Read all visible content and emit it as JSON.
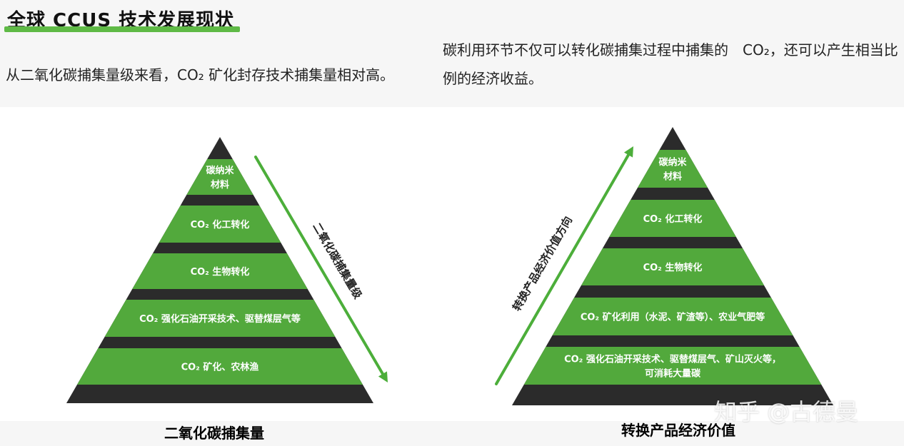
{
  "header": {
    "title": "全球 CCUS 技术发展现状"
  },
  "left_description": "从二氧化碳捕集量级来看，CO₂ 矿化封存技术捕集量相对高。",
  "right_description": "碳利用环节不仅可以转化碳捕集过程中捕集的　CO₂，还可以产生相当比例的经济收益。",
  "left_pyramid": {
    "tiers": [
      [
        "碳纳米",
        "材料"
      ],
      [
        "CO₂ 化工转化"
      ],
      [
        "CO₂ 生物转化"
      ],
      [
        "CO₂ 强化石油开采技术、驱替煤层气等"
      ],
      [
        "CO₂ 矿化、农林渔"
      ]
    ],
    "arrow_label": "二氧化碳捕集量级",
    "arrow_direction": "down",
    "caption": "二氧化碳捕集量"
  },
  "right_pyramid": {
    "tiers": [
      [
        "碳纳米",
        "材料"
      ],
      [
        "CO₂ 化工转化"
      ],
      [
        "CO₂ 生物转化"
      ],
      [
        "CO₂ 矿化利用（水泥、矿渣等）、农业气肥等"
      ],
      [
        "CO₂ 强化石油开采技术、驱替煤层气、矿山灭火等，",
        "可消耗大量碳"
      ]
    ],
    "arrow_label": "转换产品经济价值方向",
    "arrow_direction": "up",
    "caption": "转换产品经济价值"
  },
  "watermark": "知乎 @古德曼",
  "colors": {
    "green": "#52a93c",
    "dark": "#2b2b2b",
    "arrow": "#4cae3a",
    "title_bar": "#5fba46"
  }
}
